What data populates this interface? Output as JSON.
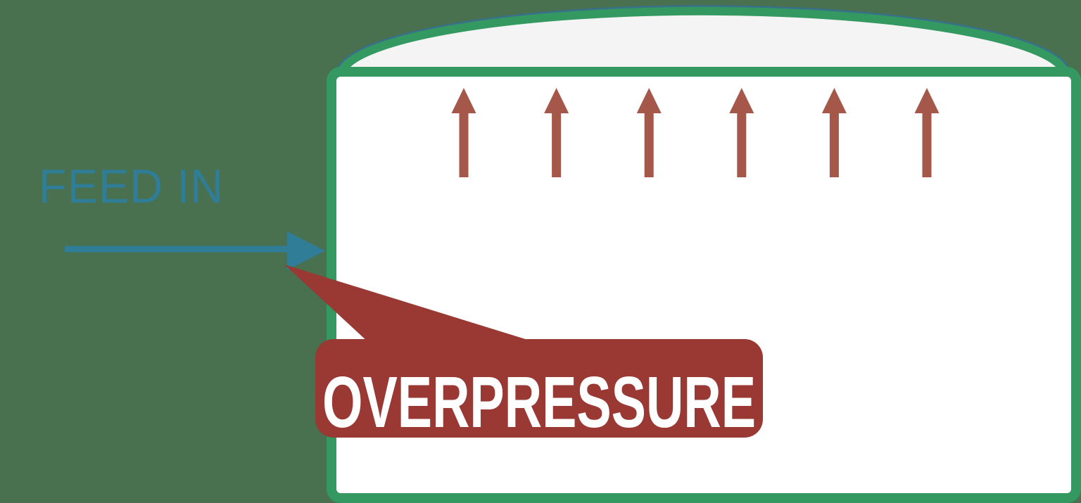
{
  "colors": {
    "background": "#49704F",
    "tank_outline": "#339960",
    "tank_fill": "#FFFFFF",
    "dome_fill": "#F4F4F4",
    "dome_rim": "#39708A",
    "feed": "#2F7D96",
    "pressure_arrow": "#A5584A",
    "callout_bg": "#9A3834",
    "callout_text": "#FFFFFF"
  },
  "feed": {
    "label": "FEED IN"
  },
  "callout": {
    "label": "OVERPRESSURE"
  },
  "tank": {
    "pressure_arrows": {
      "count": 6,
      "direction": "up"
    }
  }
}
